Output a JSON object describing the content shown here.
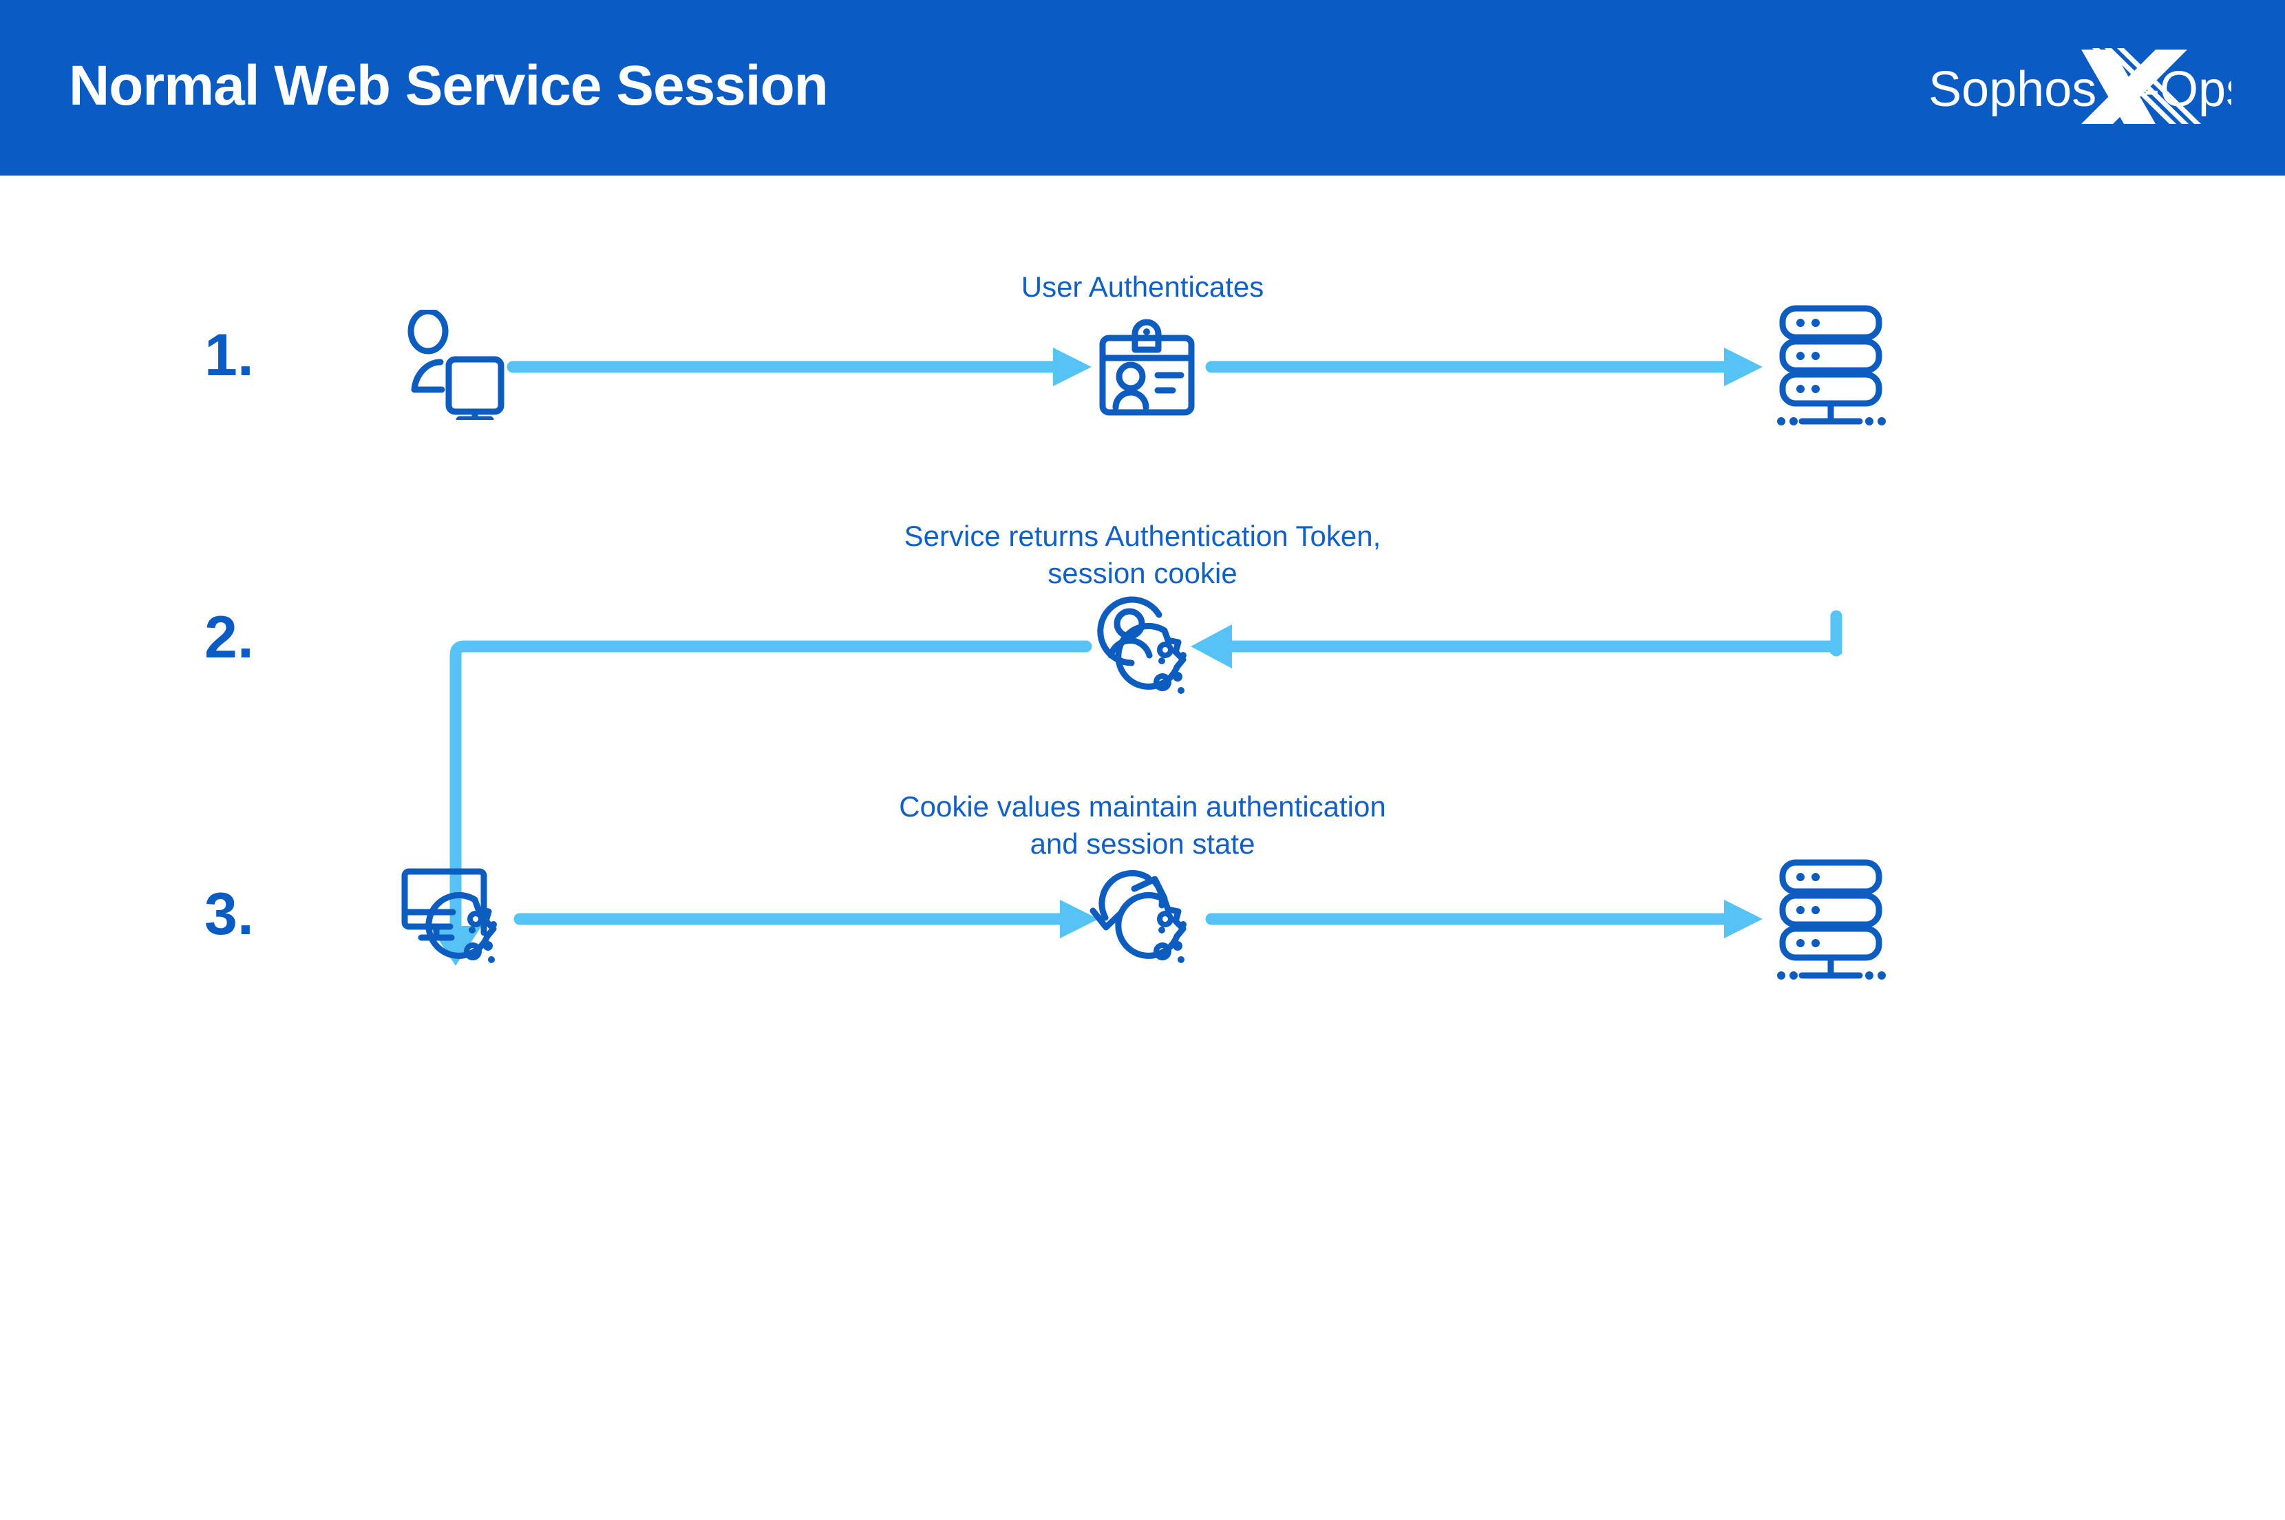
{
  "header": {
    "title": "Normal Web Service Session",
    "background_color": "#0a5bc4",
    "logo": {
      "name": "sophos-x-ops-logo",
      "text_left": "Sophos",
      "text_right": "-Ops",
      "mark": "X"
    }
  },
  "theme": {
    "dark_blue": "#0a5bc4",
    "icon_blue": "#0d5cc0",
    "arrow_blue": "#55c3f5",
    "caption_blue": "#1060c8",
    "background": "#ffffff"
  },
  "steps": [
    {
      "number": "1.",
      "caption": "User Authenticates",
      "nodes": [
        {
          "icon": "user-at-computer-icon",
          "label": "User at computer"
        },
        {
          "icon": "id-badge-icon",
          "label": "Authentication / ID badge"
        },
        {
          "icon": "server-icon",
          "label": "Web service server"
        }
      ],
      "connectors": [
        "arrow-right",
        "arrow-right"
      ]
    },
    {
      "number": "2.",
      "caption": "Service returns Authentication Token,\nsession cookie",
      "nodes": [
        {
          "icon": "user-cookie-icon",
          "label": "User with session cookie"
        }
      ],
      "connectors": [
        "arrow-left-from-server",
        "elbow-down-to-step-3"
      ]
    },
    {
      "number": "3.",
      "caption": "Cookie values maintain authentication\nand session state",
      "nodes": [
        {
          "icon": "monitor-cookie-icon",
          "label": "Client monitor with cookie"
        },
        {
          "icon": "refresh-cookie-icon",
          "label": "Cookie refresh / session state"
        },
        {
          "icon": "server-icon",
          "label": "Web service server"
        }
      ],
      "connectors": [
        "arrow-right",
        "arrow-right"
      ]
    }
  ]
}
